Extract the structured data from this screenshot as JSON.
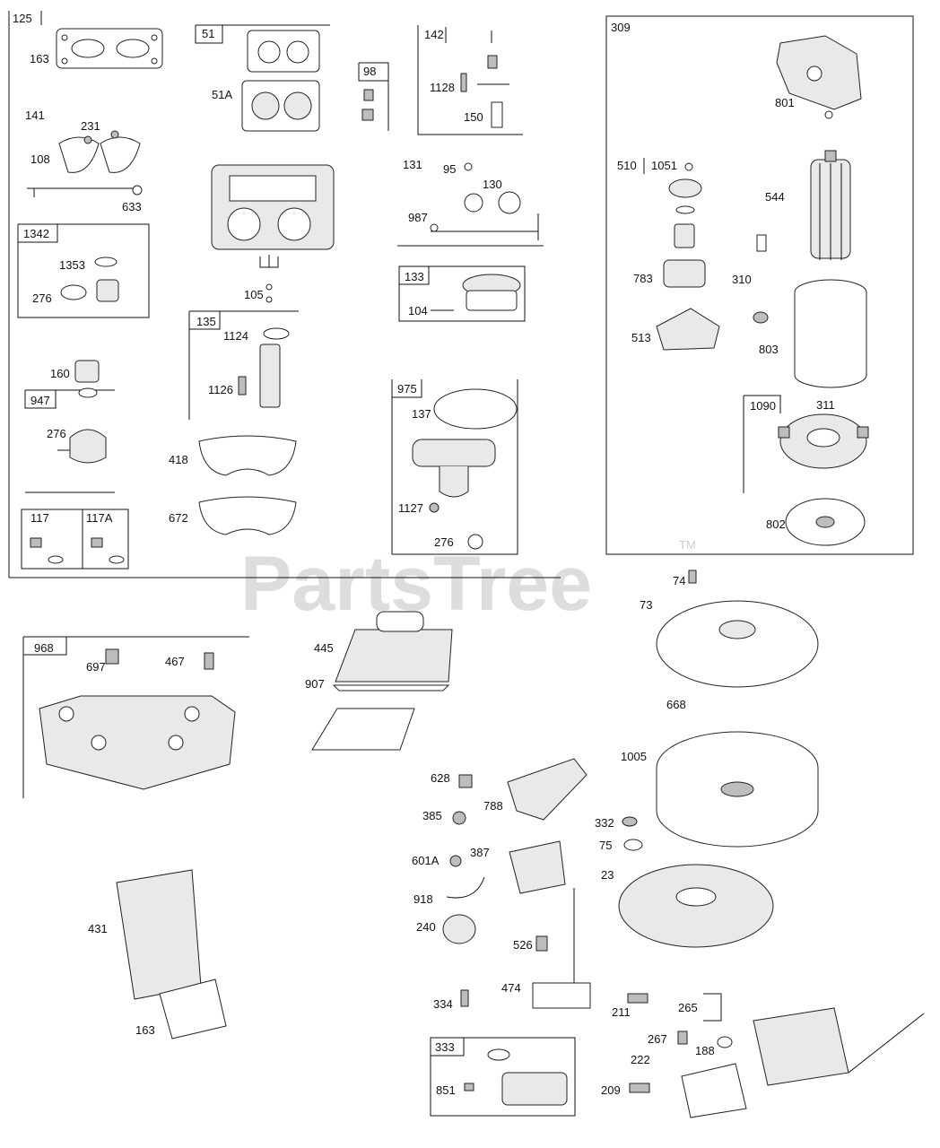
{
  "watermark": {
    "brand": "PartsTree",
    "mark": "TM"
  },
  "labels": {
    "l125": "125",
    "l163a": "163",
    "l51": "51",
    "l51A": "51A",
    "l98": "98",
    "l142": "142",
    "l1128": "1128",
    "l150": "150",
    "l309": "309",
    "l801": "801",
    "l141": "141",
    "l231": "231",
    "l108": "108",
    "l633": "633",
    "l131": "131",
    "l95": "95",
    "l130": "130",
    "l987": "987",
    "l510": "510",
    "l1051": "1051",
    "l544": "544",
    "l1342": "1342",
    "l1353": "1353",
    "l276a": "276",
    "l133": "133",
    "l104": "104",
    "l105": "105",
    "l783": "783",
    "l310": "310",
    "l135": "135",
    "l1124": "1124",
    "l513": "513",
    "l803": "803",
    "l160": "160",
    "l1126": "1126",
    "l947": "947",
    "l975": "975",
    "l137": "137",
    "l1090": "1090",
    "l311": "311",
    "l276b": "276",
    "l418": "418",
    "l1127": "1127",
    "l117": "117",
    "l117A": "117A",
    "l672": "672",
    "l276c": "276",
    "l802": "802",
    "l74": "74",
    "l73": "73",
    "l968": "968",
    "l697": "697",
    "l467": "467",
    "l445": "445",
    "l907": "907",
    "l668": "668",
    "l1005": "1005",
    "l628": "628",
    "l788": "788",
    "l385": "385",
    "l332": "332",
    "l75": "75",
    "l601A": "601A",
    "l387": "387",
    "l23": "23",
    "l918": "918",
    "l431": "431",
    "l240": "240",
    "l526": "526",
    "l474": "474",
    "l334": "334",
    "l211": "211",
    "l265": "265",
    "l163b": "163",
    "l267": "267",
    "l188": "188",
    "l333": "333",
    "l222": "222",
    "l851": "851",
    "l209": "209"
  }
}
